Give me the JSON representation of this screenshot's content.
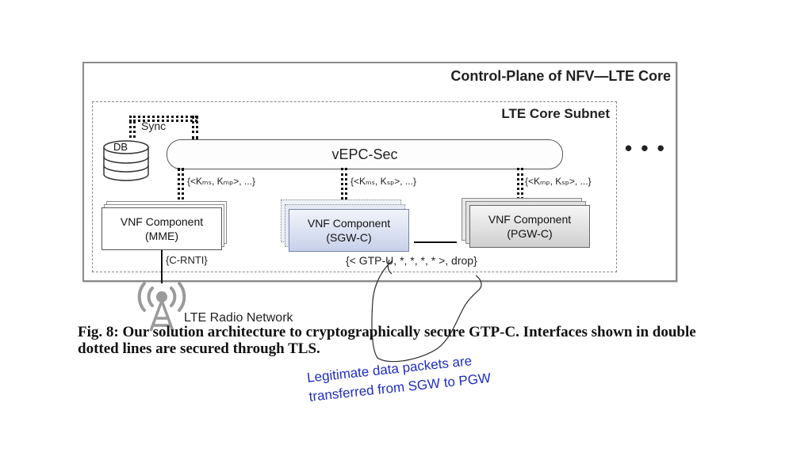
{
  "outer_frame": {
    "title": "Control-Plane of NFV—LTE Core"
  },
  "subnet": {
    "title": "LTE Core Subnet",
    "ellipsis": "• • •"
  },
  "db": {
    "label": "DB",
    "sync_label": "Sync"
  },
  "vepc": {
    "label": "vEPC-Sec"
  },
  "keys": {
    "mme": "{<Kₘₛ, Kₘₚ>, ...}",
    "sgw": "{<Kₘₛ, Kₛₚ>, ...}",
    "pgw": "{<Kₘₚ, Kₛₚ>, ...}"
  },
  "components": {
    "mme": {
      "title": "VNF Component",
      "name": "(MME)"
    },
    "sgw": {
      "title": "VNF Component",
      "name": "(SGW-C)"
    },
    "pgw": {
      "title": "VNF Component",
      "name": "(PGW-C)"
    }
  },
  "labels": {
    "crnti": "{C-RNTI}",
    "gtp_rule": "{< GTP-U, *, *, *, * >, drop}",
    "radio": "LTE Radio Network"
  },
  "caption": "Fig. 8: Our solution architecture to cryptographically secure GTP-C. Interfaces shown in double dotted lines are secured through TLS.",
  "annotation": {
    "text": "Legitimate data packets are transferred from SGW to PGW",
    "color": "#1f2dbf"
  },
  "icons": [
    "database-icon",
    "radio-tower-icon"
  ]
}
